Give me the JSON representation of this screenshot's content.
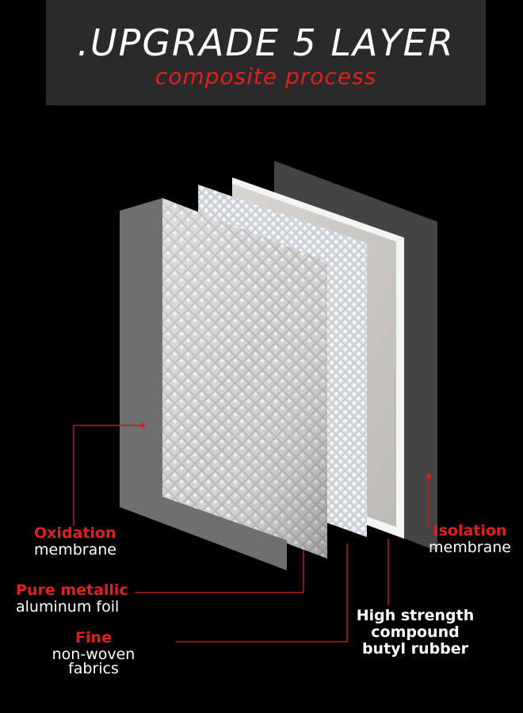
{
  "header": {
    "title": ".UPGRADE 5 LAYER",
    "subtitle": "composite process"
  },
  "colors": {
    "accent": "#e0201e",
    "background": "#000000",
    "header_background": "#2a2a2a"
  },
  "layers": [
    {
      "id": "oxidation",
      "label_red": "Oxidation",
      "label_white": "membrane"
    },
    {
      "id": "aluminum",
      "label_red": "Pure metallic",
      "label_white": "aluminum foil"
    },
    {
      "id": "fabric",
      "label_red": "Fine",
      "label_white_1": "non-woven",
      "label_white_2": "fabrics"
    },
    {
      "id": "rubber",
      "label_white_1": "High strength",
      "label_white_2": "compound",
      "label_white_3": "butyl rubber"
    },
    {
      "id": "isolation",
      "label_red": "Isolation",
      "label_white": "membrane"
    }
  ]
}
